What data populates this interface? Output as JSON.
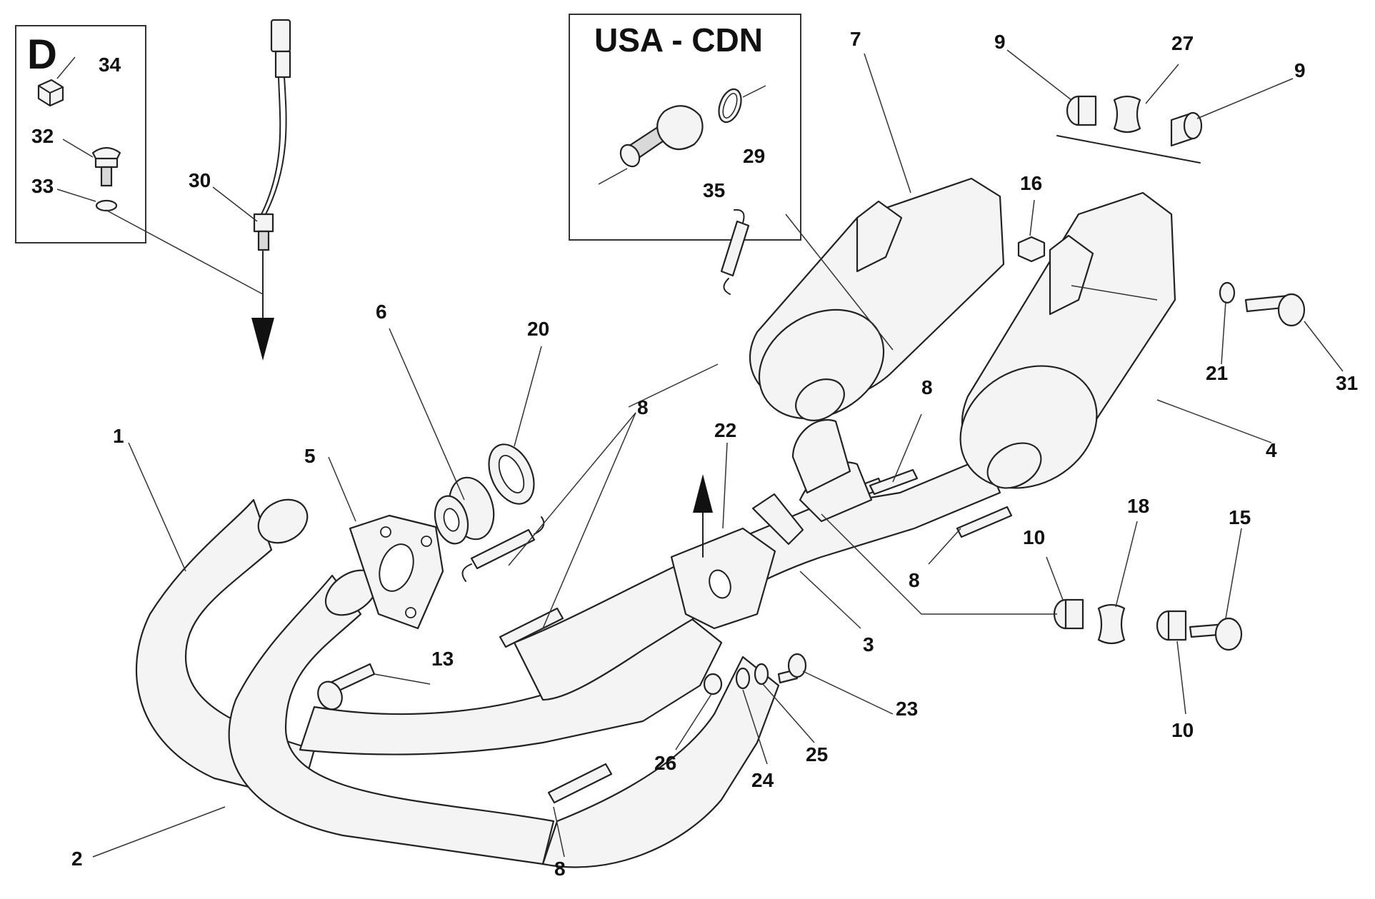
{
  "insets": {
    "d": {
      "label": "D"
    },
    "usa": {
      "label": "USA - CDN"
    }
  },
  "callouts": [
    "1",
    "2",
    "3",
    "4",
    "5",
    "6",
    "7",
    "8",
    "8",
    "8",
    "8",
    "8",
    "8",
    "9",
    "9",
    "10",
    "10",
    "13",
    "15",
    "16",
    "18",
    "20",
    "21",
    "22",
    "23",
    "24",
    "25",
    "26",
    "27",
    "29",
    "30",
    "31",
    "32",
    "33",
    "34",
    "35"
  ],
  "icons": [
    "arrow-down-icon",
    "arrow-up-icon"
  ]
}
